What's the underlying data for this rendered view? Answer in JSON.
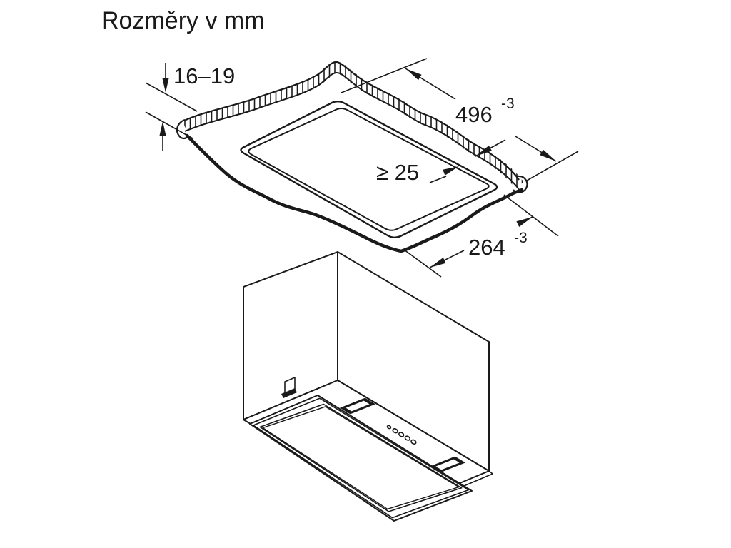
{
  "title": "Rozměry v mm",
  "dimensions": {
    "panel_thickness": "16–19",
    "cutout_width": "496",
    "cutout_width_tolerance": "-3",
    "min_clearance": "≥ 25",
    "cutout_depth": "264",
    "cutout_depth_tolerance": "-3"
  },
  "colors": {
    "line": "#1a1a1a",
    "background": "#ffffff"
  }
}
